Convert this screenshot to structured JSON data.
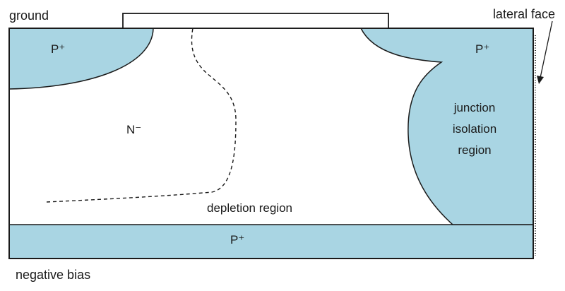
{
  "labels": {
    "ground": "ground",
    "lateral_face": "lateral face",
    "p_plus_top_left": "P⁺",
    "p_plus_top_right": "P⁺",
    "p_plus_bottom": "P⁺",
    "n_minus": "N⁻",
    "depletion_region": "depletion region",
    "junction_isolation": {
      "line1": "junction",
      "line2": "isolation",
      "line3": "region"
    },
    "negative_bias": "negative bias"
  },
  "colors": {
    "p_region_fill": "#a9d5e3",
    "outline": "#1a1a1a",
    "background": "#ffffff"
  }
}
